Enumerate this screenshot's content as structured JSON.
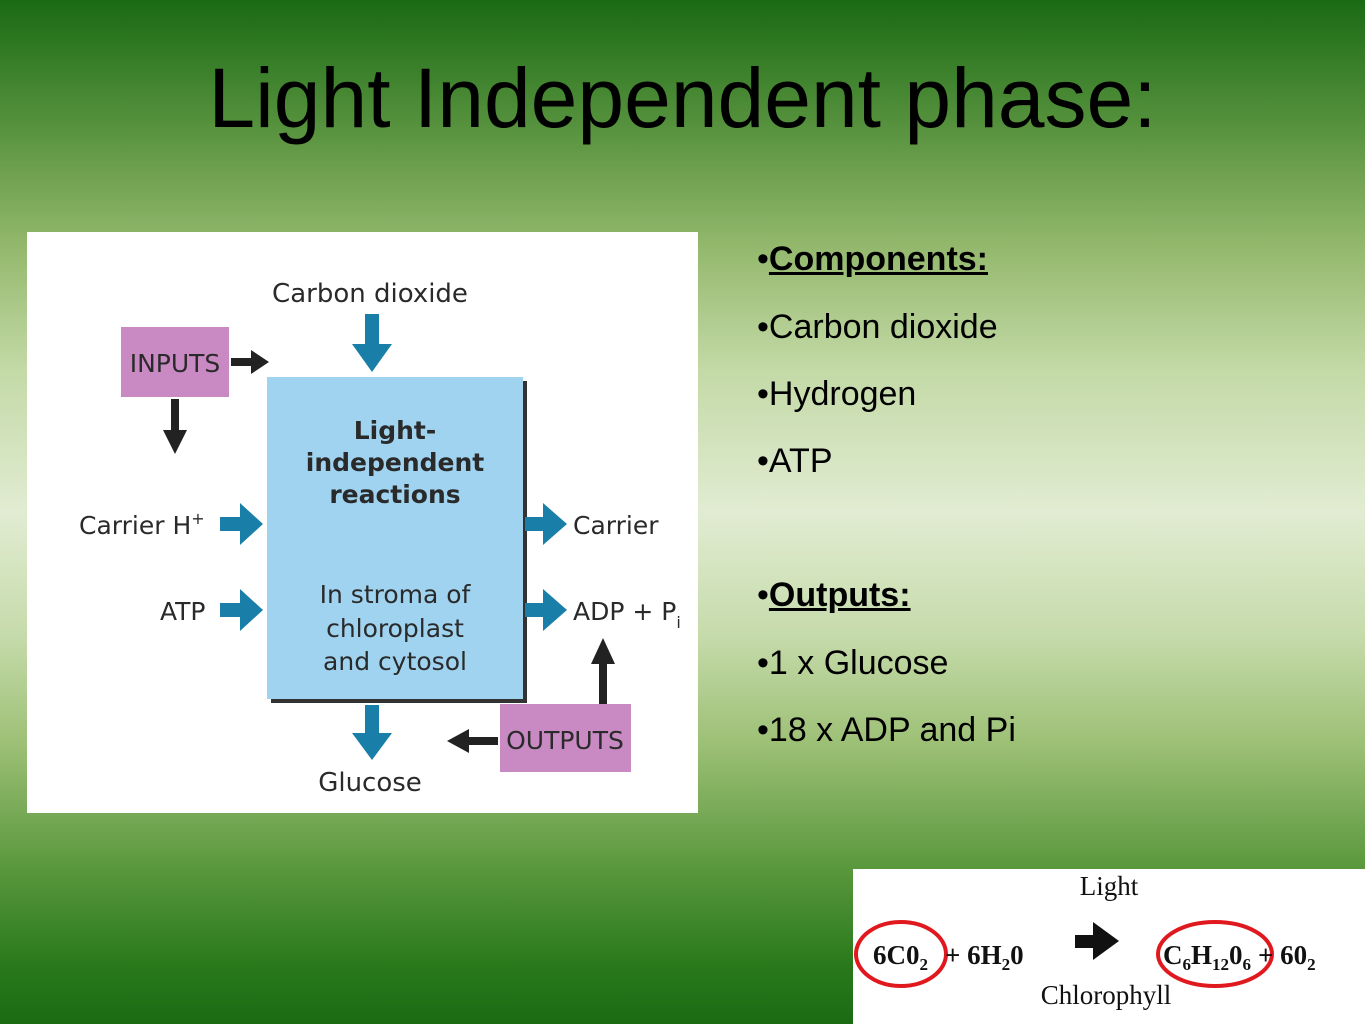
{
  "slide": {
    "title": "Light Independent phase:"
  },
  "diagram": {
    "inputs_label": "INPUTS",
    "outputs_label": "OUTPUTS",
    "carbon_dioxide": "Carbon dioxide",
    "box_title_line1": "Light-",
    "box_title_line2": "independent",
    "box_title_line3": "reactions",
    "box_sub_line1": "In stroma of",
    "box_sub_line2": "chloroplast",
    "box_sub_line3": "and cytosol",
    "carrier_h": "Carrier H",
    "carrier_h_sup": "+",
    "atp": "ATP",
    "carrier": "Carrier",
    "adp_pi": "ADP + P",
    "adp_pi_sub": "i",
    "glucose": "Glucose",
    "colors": {
      "box_fill": "#9fd3f0",
      "label_fill": "#c98ac4",
      "arrow_blue": "#1a7fa8",
      "arrow_dark": "#222222"
    }
  },
  "bullets": {
    "components_heading": "Components:",
    "components": [
      "Carbon dioxide",
      "Hydrogen",
      "ATP"
    ],
    "outputs_heading": "Outputs:",
    "outputs": [
      "1 x Glucose",
      "18 x ADP and Pi"
    ]
  },
  "equation": {
    "light": "Light",
    "chlorophyll": "Chlorophyll",
    "reactant1": "6C0",
    "reactant1_sub": "2",
    "plus1": "+ 6H",
    "water_sub": "2",
    "water_tail": "0",
    "product1_c": "C",
    "product1_c_sub": "6",
    "product1_h": "H",
    "product1_h_sub": "12",
    "product1_o": "0",
    "product1_o_sub": "6",
    "plus2": "+ 60",
    "product2_sub": "2",
    "circle_color": "#e0191f"
  }
}
